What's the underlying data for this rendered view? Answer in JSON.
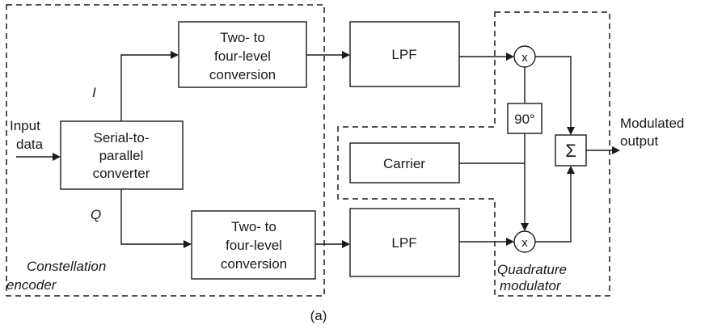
{
  "blocks": {
    "two_to_four_top": [
      "Two- to",
      "four-level",
      "conversion"
    ],
    "two_to_four_bottom": [
      "Two- to",
      "four-level",
      "conversion"
    ],
    "serial_to_parallel": [
      "Serial-to-",
      "parallel",
      "converter"
    ],
    "lpf_top": "LPF",
    "lpf_bottom": "LPF",
    "carrier": "Carrier",
    "phase_shift": "90°",
    "summer": "Σ",
    "mixer_top": "x",
    "mixer_bottom": "x"
  },
  "signals": {
    "i_branch": "I",
    "q_branch": "Q",
    "input": [
      "Input",
      "data"
    ],
    "output": [
      "Modulated",
      "output"
    ]
  },
  "regions": {
    "constellation_encoder": [
      "Constellation",
      "encoder"
    ],
    "quadrature_modulator": [
      "Quadrature",
      "modulator"
    ]
  },
  "caption": "(a)"
}
